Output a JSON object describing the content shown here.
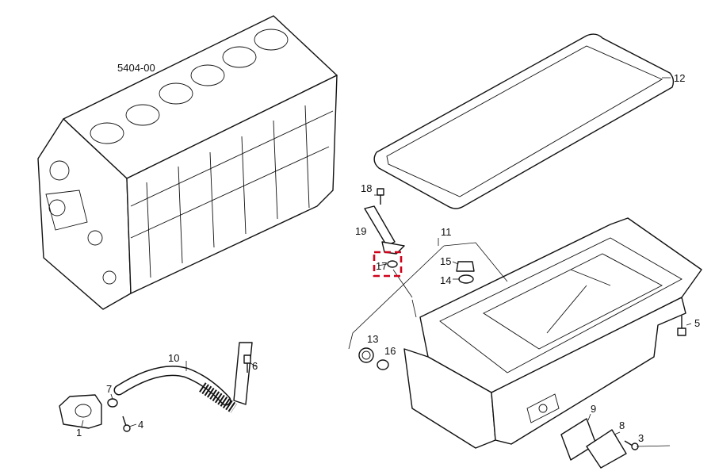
{
  "assembly_code": "5404-00",
  "highlight_color": "#d0021b",
  "highlighted_part": "17",
  "callouts": [
    {
      "id": "c1",
      "label": "1"
    },
    {
      "id": "c3",
      "label": "3"
    },
    {
      "id": "c4",
      "label": "4"
    },
    {
      "id": "c5",
      "label": "5"
    },
    {
      "id": "c6",
      "label": "6"
    },
    {
      "id": "c7",
      "label": "7"
    },
    {
      "id": "c8",
      "label": "8"
    },
    {
      "id": "c9",
      "label": "9"
    },
    {
      "id": "c10",
      "label": "10"
    },
    {
      "id": "c11",
      "label": "11"
    },
    {
      "id": "c12",
      "label": "12"
    },
    {
      "id": "c13",
      "label": "13"
    },
    {
      "id": "c14",
      "label": "14"
    },
    {
      "id": "c15",
      "label": "15"
    },
    {
      "id": "c16",
      "label": "16"
    },
    {
      "id": "c17",
      "label": "17"
    },
    {
      "id": "c18",
      "label": "18"
    },
    {
      "id": "c19",
      "label": "19"
    }
  ]
}
